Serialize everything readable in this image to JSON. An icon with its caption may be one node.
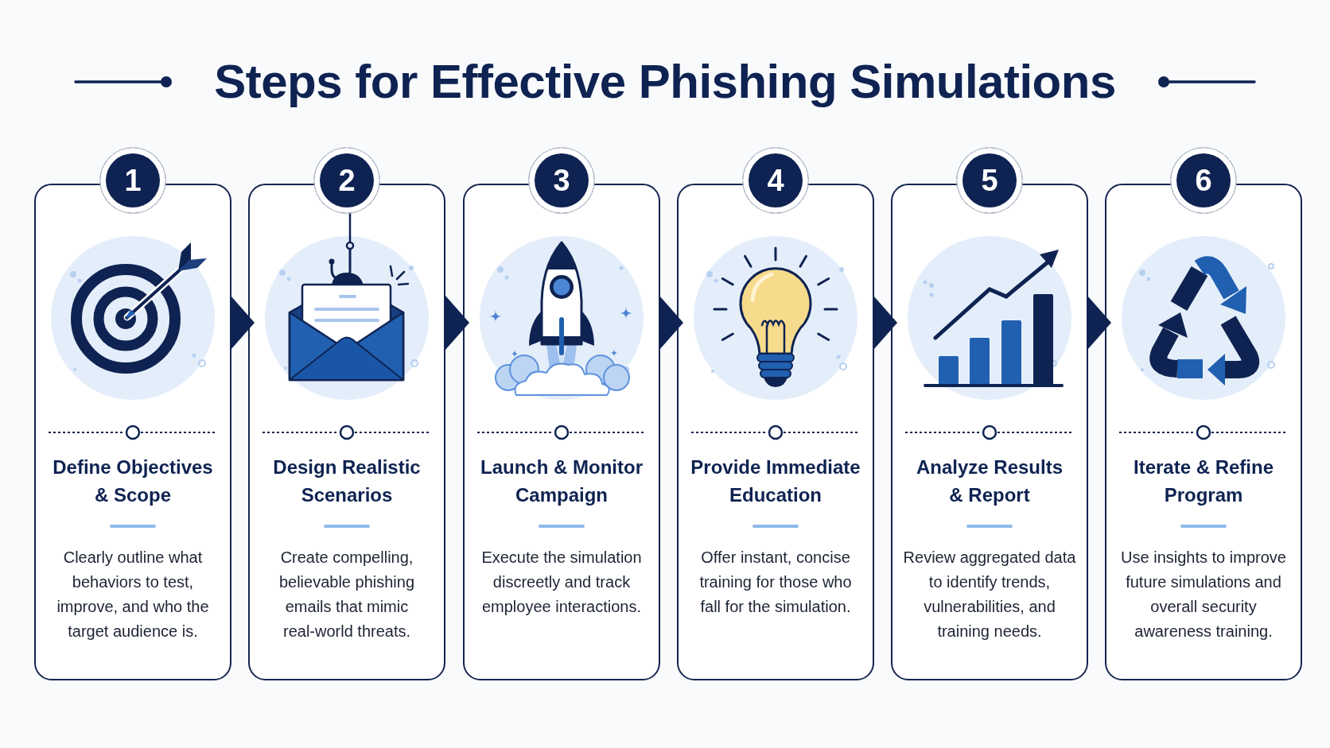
{
  "diagram": {
    "title": "Steps for Effective Phishing Simulations",
    "nodes": [
      {
        "text": [
          "1",
          "Define Objectives & Scope",
          "Clearly outline what behaviors to test, improve, and who the target audience is."
        ]
      },
      {
        "text": [
          "2",
          "Design Realistic Scenarios",
          "Create compelling, believable phishing emails that mimic real-world threats."
        ]
      },
      {
        "text": [
          "3",
          "Launch & Monitor Campaign",
          "Execute the simulation discreetly and track employee interactions."
        ]
      },
      {
        "text": [
          "4",
          "Provide Immediate Education",
          "Offer instant, concise training for those who fall for the simulation."
        ]
      },
      {
        "text": [
          "5",
          "Analyze Results & Report",
          "Review aggregated data to identify trends, vulnerabilities, and training needs."
        ]
      },
      {
        "text": [
          "6",
          "Iterate & Refine Program",
          "Use insights to improve future simulations and overall security awareness training."
        ]
      }
    ],
    "edges": [
      {
        "from": 0,
        "to": 1,
        "arrow": "to"
      },
      {
        "from": 1,
        "to": 2,
        "arrow": "to"
      },
      {
        "from": 2,
        "to": 3,
        "arrow": "to"
      },
      {
        "from": 3,
        "to": 4,
        "arrow": "to"
      },
      {
        "from": 4,
        "to": 5,
        "arrow": "to"
      }
    ]
  }
}
